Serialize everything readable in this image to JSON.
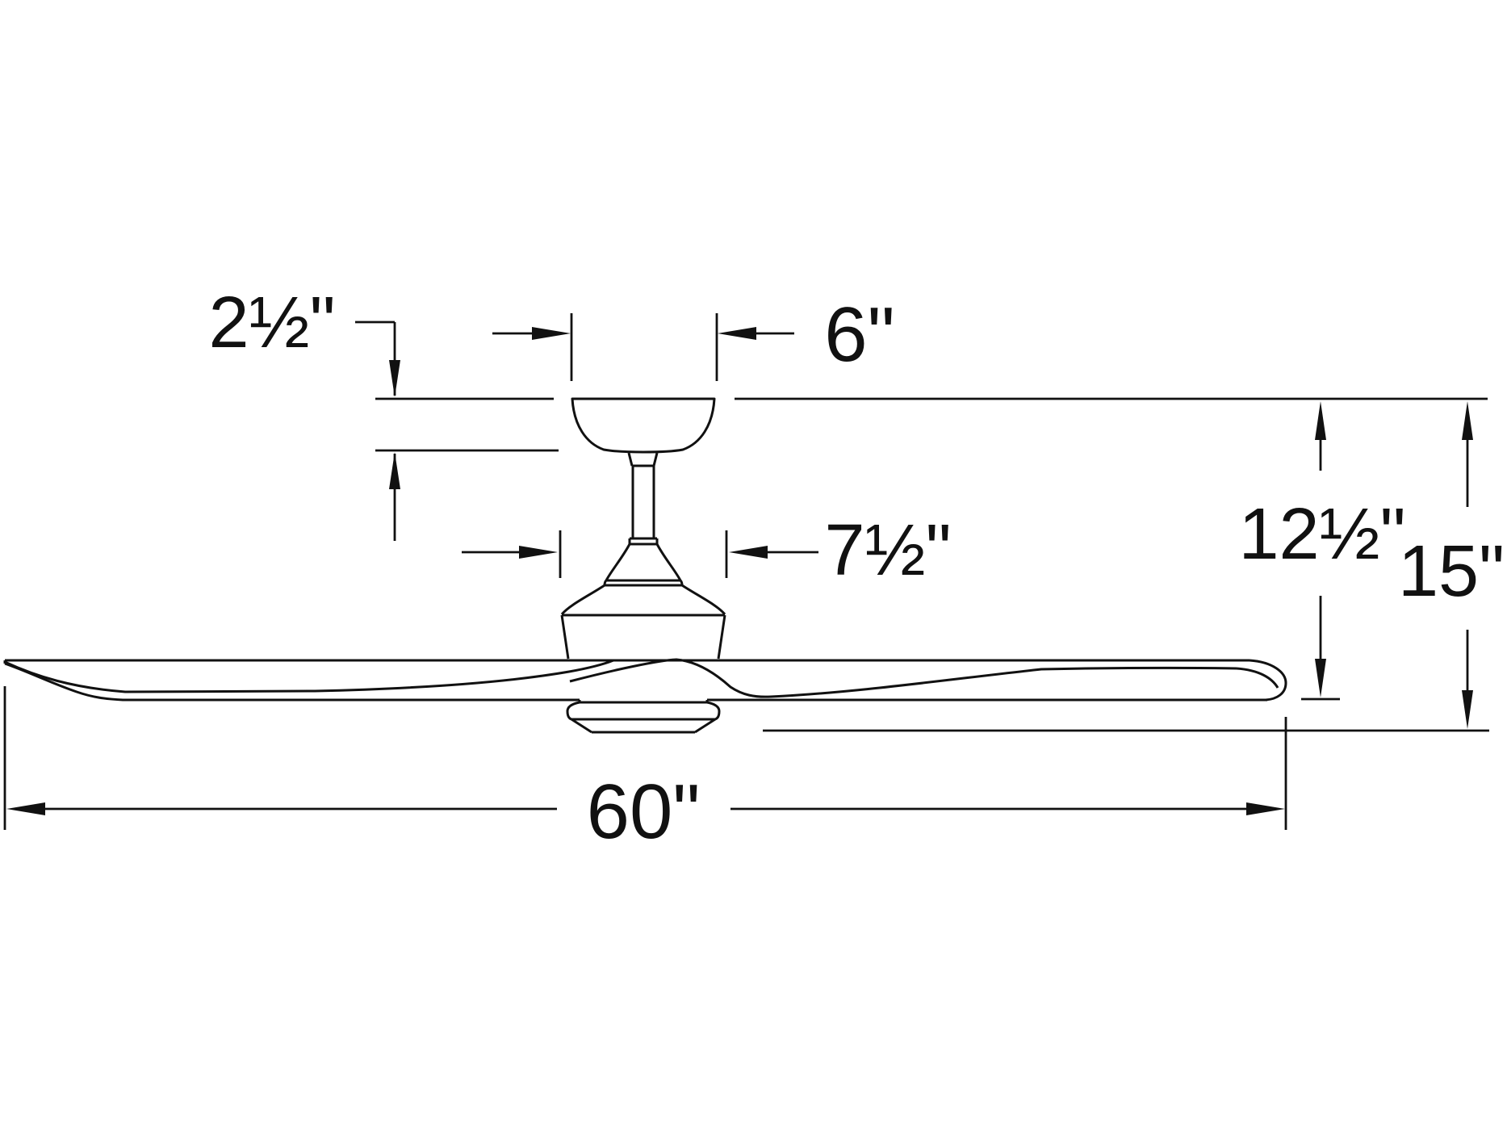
{
  "diagram": {
    "kind": "ceiling-fan-dimension-drawing",
    "background_color": "#ffffff",
    "line_color": "#111111",
    "dimensions": {
      "canopy_height": {
        "label": "2½\""
      },
      "canopy_width": {
        "label": "6\""
      },
      "motor_width": {
        "label": "7½\""
      },
      "ceiling_to_blade": {
        "label": "12½\""
      },
      "overall_height": {
        "label": "15\""
      },
      "blade_span": {
        "label": "60\""
      }
    }
  }
}
